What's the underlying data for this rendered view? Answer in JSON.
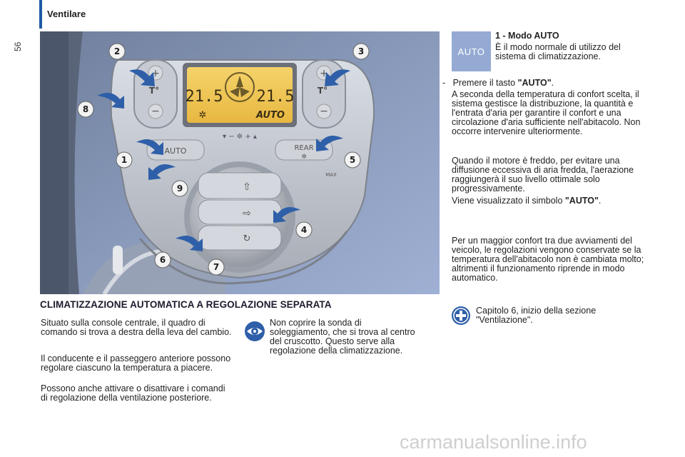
{
  "header": {
    "title": "Ventilare",
    "page_number": "56"
  },
  "photo": {
    "callouts": [
      "2",
      "3",
      "8",
      "1",
      "5",
      "9",
      "4",
      "6",
      "7"
    ],
    "panel": {
      "temp_left": "21.5",
      "temp_right": "21.5",
      "display_auto": "AUTO",
      "auto_button": "AUTO",
      "rear_button": "REAR",
      "temp_label": "T°",
      "max_label": "MAX"
    }
  },
  "section": {
    "title": "CLIMATIZZAZIONE AUTOMATICA A REGOLAZIONE SEPARATA"
  },
  "left_col": {
    "p1": "Situato sulla console centrale, il quadro di comando si trova a destra della leva del cambio.",
    "p2": "Il conducente e il passeggero anteriore possono regolare ciascuno la temperatura a piacere.",
    "p3": "Possono anche attivare o disattivare i comandi di regolazione della ventilazione posteriore."
  },
  "note": {
    "icon": "eye-icon",
    "text": "Non coprire la sonda di soleggiamento, che si trova al centro del cruscotto. Questo serve alla regolazione della climatizzazione."
  },
  "right_col": {
    "badge": "AUTO",
    "heading": "1 - Modo AUTO",
    "heading_text": "È il modo normale di utilizzo del sistema di climatizzazione.",
    "step_prefix": "-   Premere il tasto ",
    "step_key": "\"AUTO\"",
    "step_suffix": ".",
    "p1": "A seconda della temperatura di confort scelta, il sistema gestisce la distribuzione, la quantità e l'entrata d'aria per garantire il confort e una circolazione d'aria sufficiente nell'abitacolo. Non occorre intervenire ulteriormente.",
    "p2": "Quando il motore è freddo, per evitare una diffusione eccessiva di aria fredda, l'aerazione raggiungerà il suo livello ottimale solo progressivamente.",
    "p3_prefix": "Viene visualizzato il simbolo ",
    "p3_key": "\"AUTO\"",
    "p3_suffix": ".",
    "p4": "Per un maggior confort tra due avviamenti del veicolo, le regolazioni vengono conservate se la temperatura dell'abitacolo non è cambiata molto; altrimenti il funzionamento riprende in modo automatico.",
    "ref_icon": "plus-icon",
    "ref_text": "Capitolo 6, inizio della sezione \"Ventilazione\"."
  },
  "footer": {
    "watermark": "carmanualsonline.info"
  },
  "colors": {
    "accent_blue": "#1f5aa6",
    "badge_blue": "#95aad3",
    "photo_bg": "#8fa3cc"
  }
}
